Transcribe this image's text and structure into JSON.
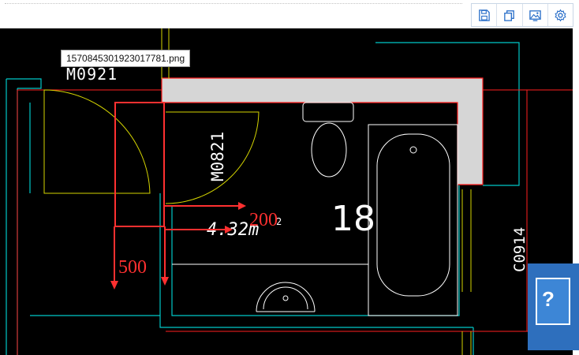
{
  "viewer": {
    "filename": "1570845301923017781.png"
  },
  "toolbar": {
    "buttons": [
      {
        "icon": "save-icon"
      },
      {
        "icon": "copy-icon"
      },
      {
        "icon": "image-icon"
      },
      {
        "icon": "settings-icon"
      }
    ]
  },
  "drawing": {
    "labels": {
      "door_top": "M0921",
      "door_inner": "M0821",
      "window_right": "C0914",
      "room_number": "18",
      "area": "4.32m",
      "area_super": "2"
    },
    "annotations": {
      "dim_horizontal": "200",
      "dim_vertical": "500"
    }
  },
  "colors": {
    "background": "#000000",
    "wall_fill": "#d6d6d6",
    "cyan": "#00c8c8",
    "red": "#ff2020",
    "yellow": "#d4d400",
    "annotation": "#ff3030",
    "toolbar_icon": "#2a6fc9"
  }
}
